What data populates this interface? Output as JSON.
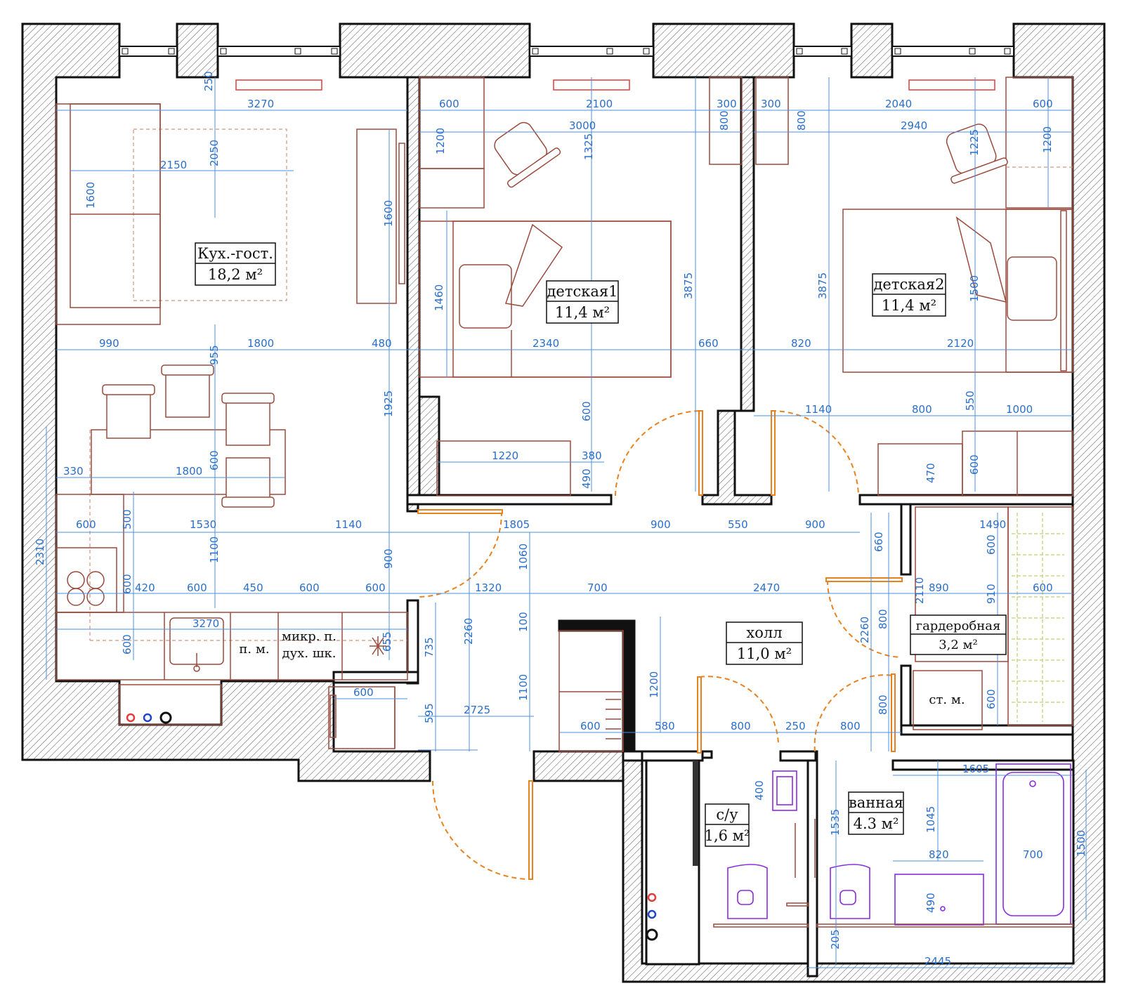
{
  "rooms": {
    "kitchen": {
      "name": "Кух.-гост.",
      "area": "18,2 м²"
    },
    "kids1": {
      "name": "детская1",
      "area": "11,4 м²"
    },
    "kids2": {
      "name": "детская2",
      "area": "11,4 м²"
    },
    "hall": {
      "name": "холл",
      "area": "11,0 м²"
    },
    "wardrobe": {
      "name": "гардеробная",
      "area": "3,2 м²"
    },
    "wc": {
      "name": "с/у",
      "area": "1,6 м²"
    },
    "bath": {
      "name": "ванная",
      "area": "4.3 м²"
    }
  },
  "appliances": {
    "microwave": "микр. п.",
    "oven": "дух. шк.",
    "dishwasher": "п. м.",
    "washer": "ст. м."
  },
  "dimensions": [
    "250",
    "3270",
    "600",
    "2100",
    "300",
    "300",
    "2040",
    "600",
    "3000",
    "2940",
    "800",
    "800",
    "1200",
    "1325",
    "1225",
    "1200",
    "2050",
    "2150",
    "1600",
    "1600",
    "1460",
    "1500",
    "3875",
    "3875",
    "990",
    "1800",
    "480",
    "2340",
    "660",
    "820",
    "2120",
    "955",
    "1925",
    "600",
    "1140",
    "800",
    "550",
    "1000",
    "1220",
    "380",
    "490",
    "470",
    "600",
    "330",
    "1800",
    "600",
    "600",
    "500",
    "1530",
    "1140",
    "1805",
    "900",
    "550",
    "900",
    "1490",
    "660",
    "600",
    "2310",
    "1100",
    "1060",
    "600",
    "420",
    "600",
    "450",
    "600",
    "600",
    "1320",
    "700",
    "2470",
    "2110",
    "890",
    "910",
    "600",
    "3270",
    "900",
    "600",
    "655",
    "735",
    "2260",
    "100",
    "2260",
    "800",
    "1200",
    "600",
    "595",
    "2725",
    "1100",
    "600",
    "580",
    "800",
    "250",
    "800",
    "800",
    "600",
    "400",
    "1535",
    "1605",
    "1045",
    "1500",
    "820",
    "700",
    "490",
    "205",
    "2445"
  ]
}
